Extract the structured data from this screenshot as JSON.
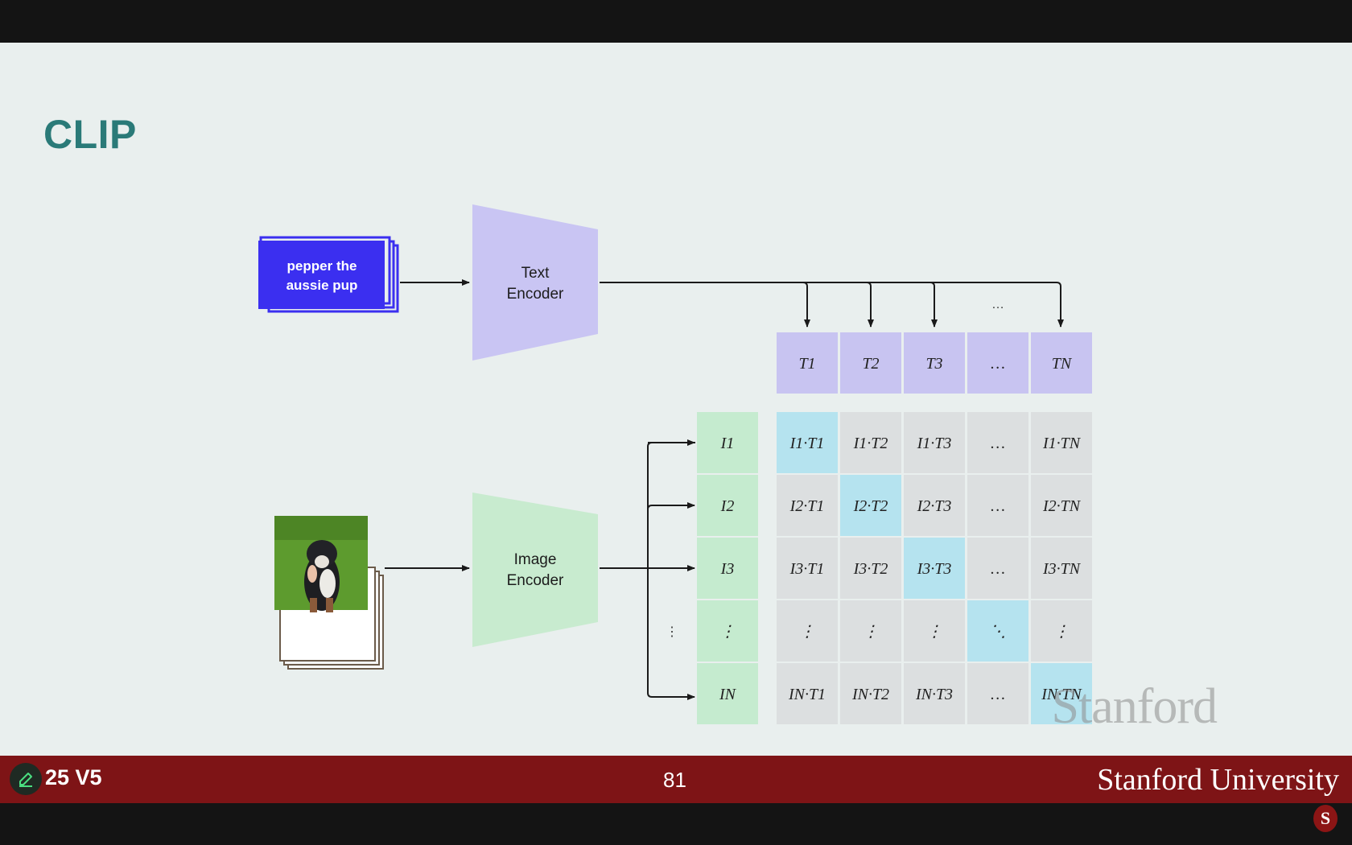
{
  "slide": {
    "title": "CLIP",
    "watermark": "Stanford"
  },
  "text_input": {
    "label_line1": "pepper the",
    "label_line2": "aussie pup",
    "color": "#3b2ff0"
  },
  "text_encoder": {
    "line1": "Text",
    "line2": "Encoder",
    "color": "#c9c5f3"
  },
  "image_encoder": {
    "line1": "Image",
    "line2": "Encoder",
    "color": "#c8ebcf"
  },
  "text_embeddings": [
    "T1",
    "T2",
    "T3",
    "…",
    "TN"
  ],
  "image_embeddings": [
    "I1",
    "I2",
    "I3",
    "⋮",
    "IN"
  ],
  "top_arrow_ellipsis": "…",
  "left_arrow_ellipsis": "⋮",
  "matrix": {
    "rows": [
      [
        "I1·T1",
        "I1·T2",
        "I1·T3",
        "…",
        "I1·TN"
      ],
      [
        "I2·T1",
        "I2·T2",
        "I2·T3",
        "…",
        "I2·TN"
      ],
      [
        "I3·T1",
        "I3·T2",
        "I3·T3",
        "…",
        "I3·TN"
      ],
      [
        "⋮",
        "⋮",
        "⋮",
        "⋱",
        "⋮"
      ],
      [
        "IN·T1",
        "IN·T2",
        "IN·T3",
        "…",
        "IN·TN"
      ]
    ],
    "diagonal_color": "#b5e3ef",
    "cell_color": "#dcdfe0",
    "text_header_color": "#c8c4f1",
    "image_header_color": "#c5ebcf"
  },
  "footer": {
    "left_text": "25 V5",
    "page_number": "81",
    "brand": "Stanford University",
    "color": "#7e1416"
  },
  "icons": {
    "edit": "pencil-icon",
    "seal": "stanford-seal-icon"
  }
}
